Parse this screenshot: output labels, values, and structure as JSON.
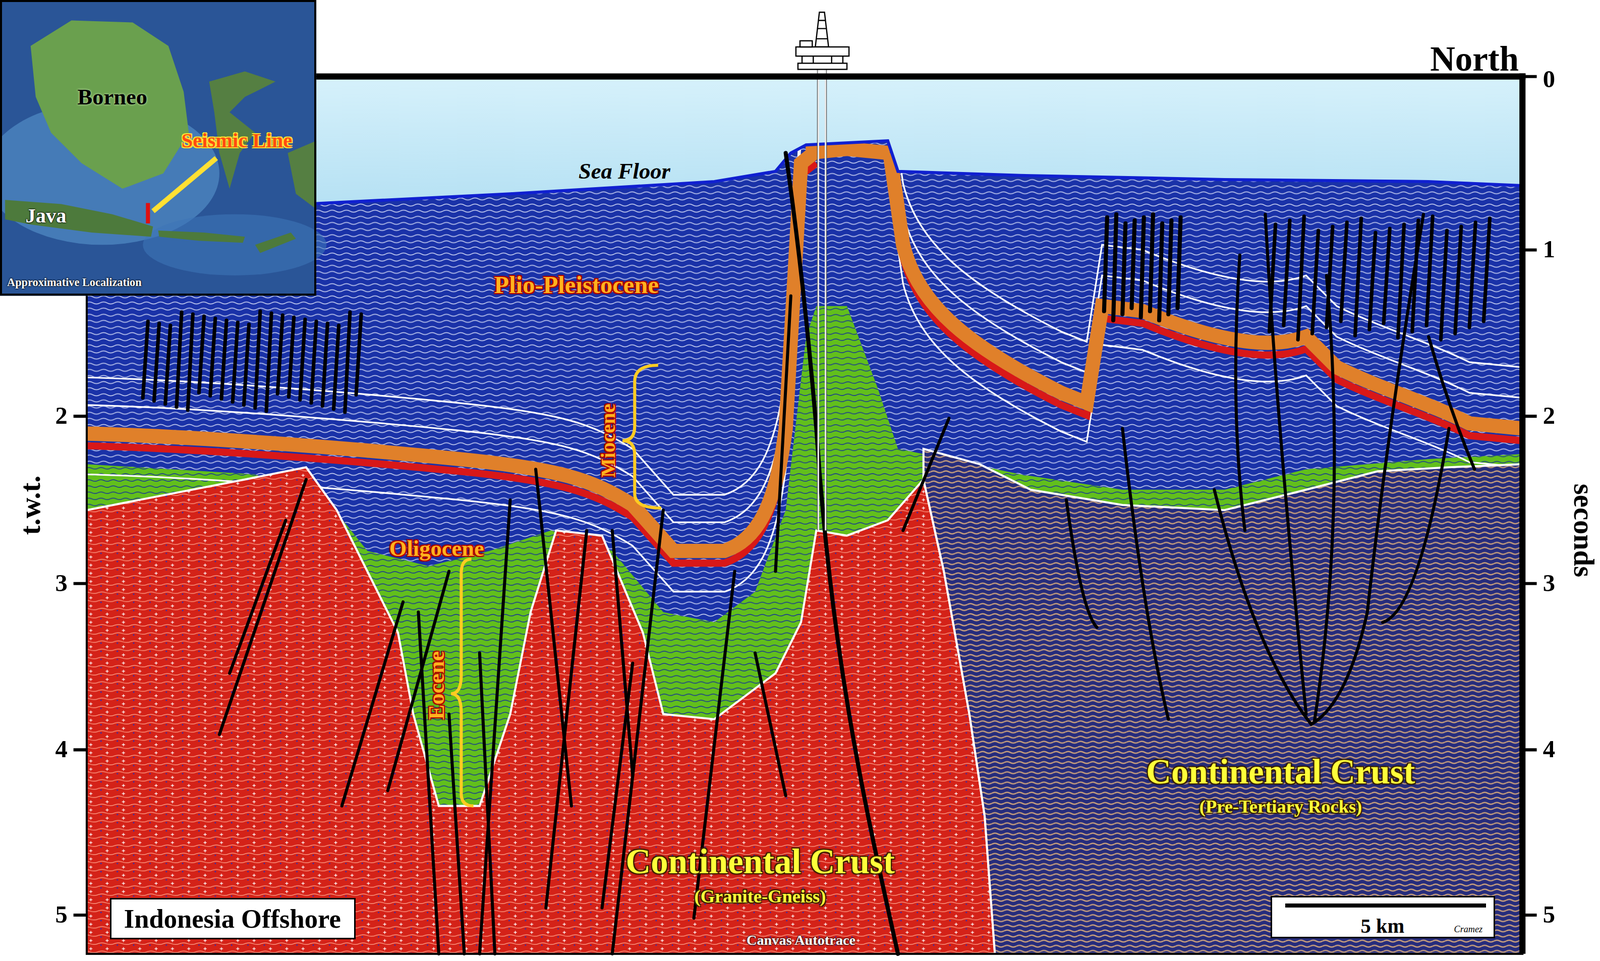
{
  "diagram": {
    "nodes": [
      {
        "text": [
          "Borneo",
          "Seismic Line",
          "Java",
          "Approximative Localization"
        ]
      },
      {
        "text": [
          "Indonesia Offshore"
        ]
      },
      {
        "text": [
          "5 km",
          "Cramez"
        ]
      }
    ],
    "labels": [
      "North",
      "0",
      "1",
      "2",
      "3",
      "4",
      "5",
      "2",
      "3",
      "4",
      "5",
      "t.w.t.",
      "seconds",
      "Sea Floor",
      "Plio-Pleistocene",
      "Miocene",
      "Oligocene",
      "Eocene",
      "Continental Crust",
      "(Granite-Gneiss)",
      "Continental Crust",
      "(Pre-Tertiary Rocks)",
      "Canvas Autotrace"
    ]
  }
}
